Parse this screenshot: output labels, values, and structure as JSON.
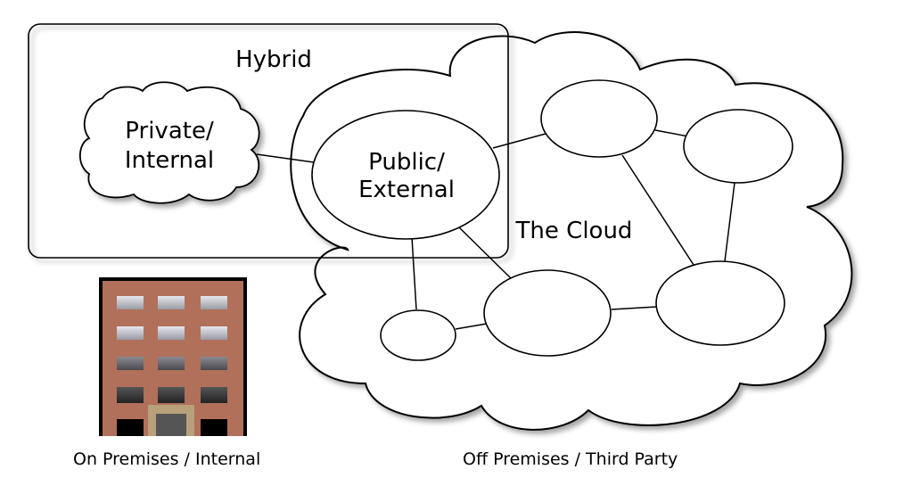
{
  "hybrid": {
    "label": "Hybrid"
  },
  "private_cloud": {
    "line1": "Private/",
    "line2": "Internal"
  },
  "public_node": {
    "line1": "Public/",
    "line2": "External"
  },
  "cloud": {
    "label": "The Cloud"
  },
  "captions": {
    "on_premises": "On Premises / Internal",
    "off_premises": "Off Premises / Third Party"
  },
  "icons": {
    "building": "office-building-icon"
  },
  "colors": {
    "building_wall": "#b0705a",
    "building_door": "#b8a07a"
  }
}
